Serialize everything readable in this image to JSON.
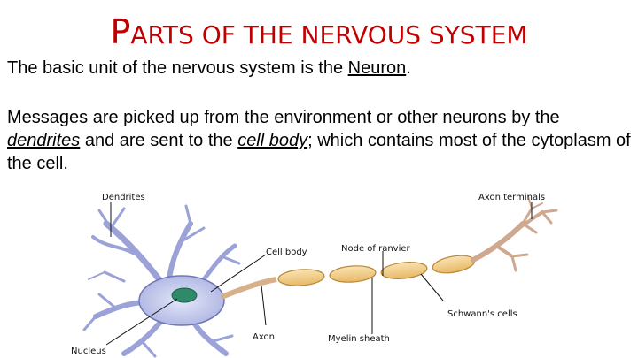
{
  "slide": {
    "title_first_letter": "P",
    "title_rest": "ARTS OF THE NERVOUS SYSTEM",
    "title_color": "#c00000",
    "intro_prefix": "The basic unit of the nervous system is the ",
    "intro_term": "Neuron",
    "intro_suffix": ".",
    "para_a": "Messages are picked up from the environment or other neurons by the ",
    "para_term_dendrites": "dendrites",
    "para_b": " and are sent to the ",
    "para_term_cell_body": "cell body",
    "para_c": "; which contains most of the cytoplasm of the cell."
  },
  "diagram": {
    "labels": {
      "dendrites": "Dendrites",
      "axon_terminals": "Axon terminals",
      "cell_body": "Cell body",
      "node_of_ranvier": "Node of ranvier",
      "schwann_cells": "Schwann's cells",
      "axon": "Axon",
      "myelin_sheath": "Myelin sheath",
      "nucleus": "Nucleus"
    },
    "colors": {
      "cell": "#b9bfe6",
      "cell_outline": "#6f76b8",
      "nucleus": "#2f8a6a",
      "myelin": "#f2c982",
      "myelin_outline": "#b9893a",
      "terminals": "#cfa98f",
      "axon": "#d8b08a"
    }
  }
}
